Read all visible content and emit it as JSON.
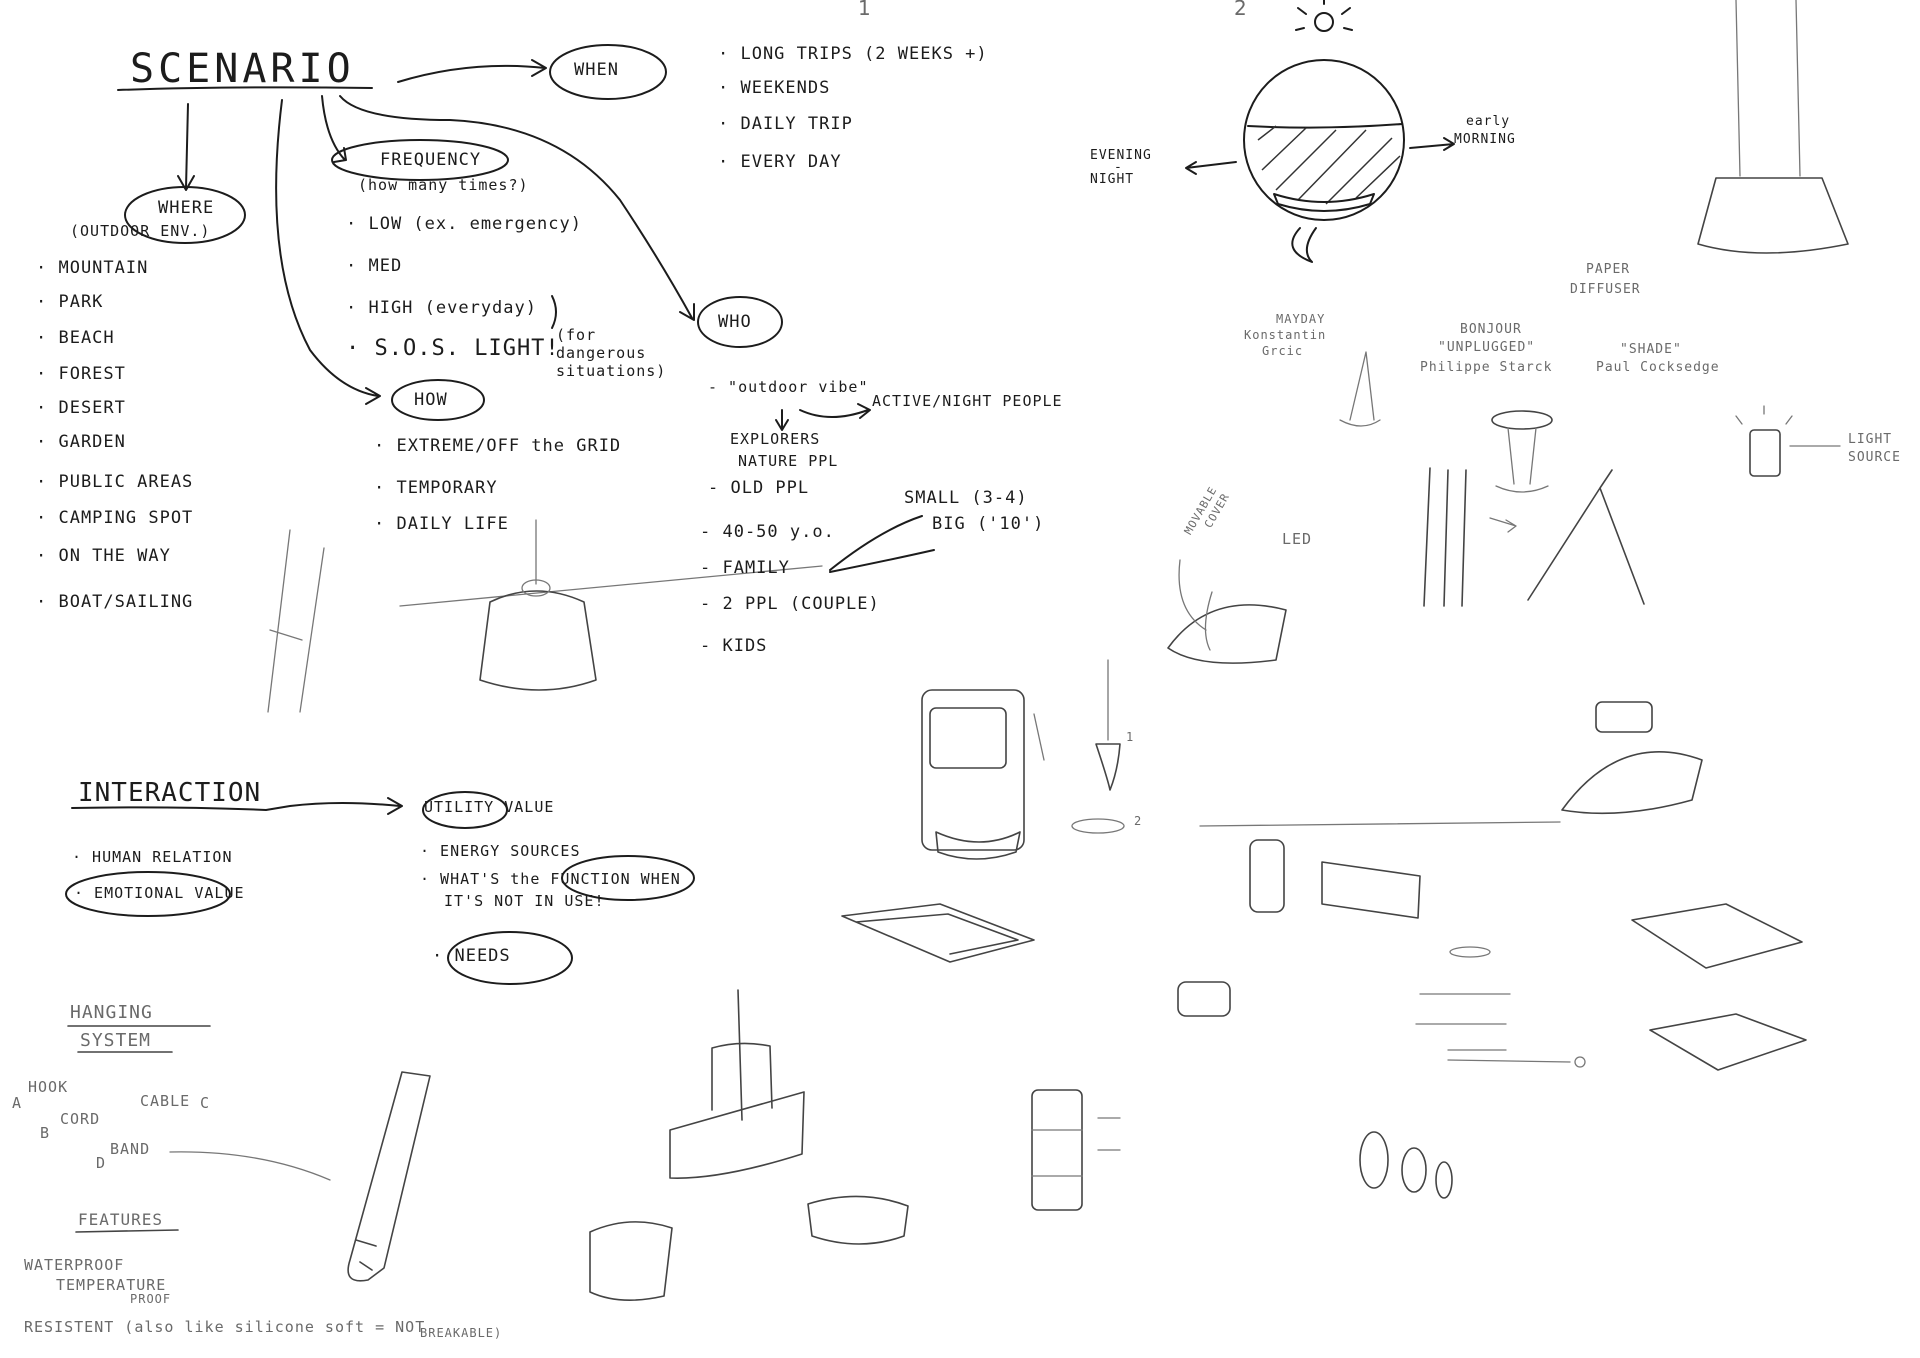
{
  "markers": {
    "one": "1",
    "two": "2"
  },
  "scenario": {
    "title": "SCENARIO",
    "when": {
      "label": "WHEN",
      "items": [
        "· LONG TRIPS (2 WEEKS +)",
        "· WEEKENDS",
        "· DAILY TRIP",
        "· EVERY DAY"
      ]
    },
    "where": {
      "label": "WHERE",
      "sub": "(OUTDOOR ENV.)",
      "items": [
        "· MOUNTAIN",
        "· PARK",
        "· BEACH",
        "· FOREST",
        "· DESERT",
        "· GARDEN",
        "· PUBLIC AREAS",
        "· CAMPING SPOT",
        "· ON THE WAY",
        "· BOAT/SAILING"
      ]
    },
    "frequency": {
      "label": "FREQUENCY",
      "sub": "(how many times?)",
      "items": [
        "· LOW (ex. emergency)",
        "· MED",
        "· HIGH (everyday)",
        "· S.O.S. LIGHT!"
      ],
      "note": "(for dangerous situations)"
    },
    "how": {
      "label": "HOW",
      "items": [
        "· EXTREME/OFF the GRID",
        "· TEMPORARY",
        "· DAILY LIFE"
      ]
    },
    "who": {
      "label": "WHO",
      "items": [
        "- \"outdoor vibe\"",
        "- OLD PPL",
        "- 40-50 y.o.",
        "- FAMILY",
        "- 2 PPL (COUPLE)",
        "- KIDS"
      ],
      "active": "ACTIVE/NIGHT PEOPLE",
      "explorers": "EXPLORERS",
      "nature": "NATURE PPL",
      "small": "SMALL (3-4)",
      "big": "BIG ('10')"
    }
  },
  "interaction": {
    "title": "INTERACTION",
    "left": [
      "· HUMAN RELATION",
      "· EMOTIONAL VALUE"
    ],
    "utility": "UTILITY VALUE",
    "right": [
      "· ENERGY SOURCES",
      "· WHAT'S the FUNCTION WHEN",
      "IT'S NOT IN USE!",
      "· NEEDS"
    ]
  },
  "hanging": {
    "title": "HANGING",
    "title2": "SYSTEM",
    "items": [
      "HOOK",
      "CORD",
      "CABLE",
      "BAND"
    ],
    "item_marks": [
      "A",
      "B",
      "C",
      "D"
    ]
  },
  "features": {
    "title": "FEATURES",
    "items": [
      "WATERPROOF",
      "TEMPERATURE",
      "PROOF",
      "RESISTENT (also like silicone soft = NOT",
      "BREAKABLE)"
    ]
  },
  "sun_sketch": {
    "left": [
      "EVENING",
      "-",
      "NIGHT"
    ],
    "right": [
      "early",
      "MORNING"
    ]
  },
  "references": {
    "mayday": [
      "MAYDAY",
      "Konstantin",
      "Grcic"
    ],
    "bonjour": [
      "BONJOUR",
      "\"UNPLUGGED\"",
      "Philippe Starck"
    ],
    "shade": [
      "\"SHADE\"",
      "Paul Cocksedge"
    ],
    "diffuser": [
      "PAPER",
      "DIFFUSER"
    ],
    "light": [
      "LIGHT",
      "SOURCE"
    ]
  },
  "sketch_notes": {
    "movable": [
      "MOVABLE",
      "COVER"
    ],
    "led": "LED",
    "n1": "1",
    "n2": "2"
  },
  "colors": {
    "ink": "#1c1c1c",
    "pencil": "#777777",
    "paper": "#ffffff"
  }
}
